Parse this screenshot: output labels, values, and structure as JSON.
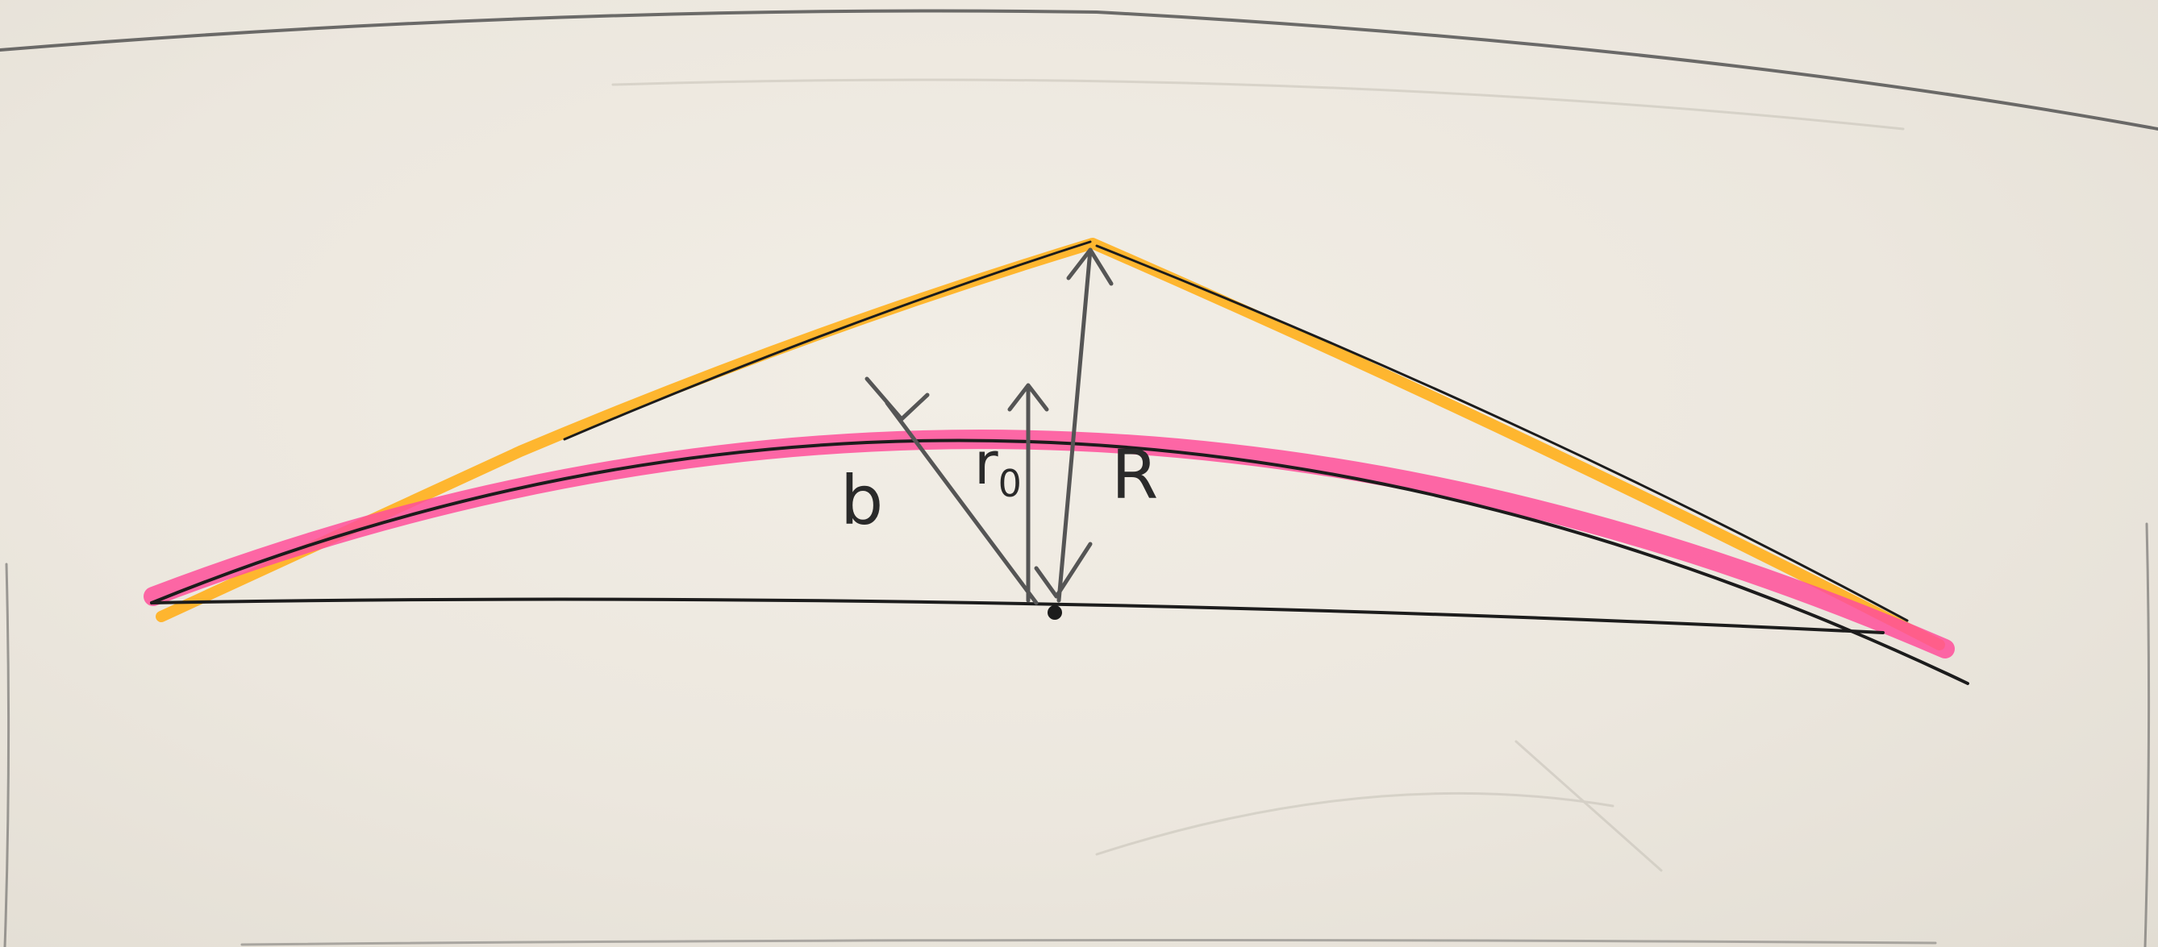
{
  "diagram": {
    "labels": {
      "b": "b",
      "r0_main": "r",
      "r0_sub": "0",
      "R": "R"
    },
    "colors": {
      "paper": "#ece7de",
      "ink": "#1c1c1c",
      "pencil": "#555555",
      "highlight_pink": "#ff4f9a",
      "highlight_orange": "#ffb11f"
    }
  }
}
